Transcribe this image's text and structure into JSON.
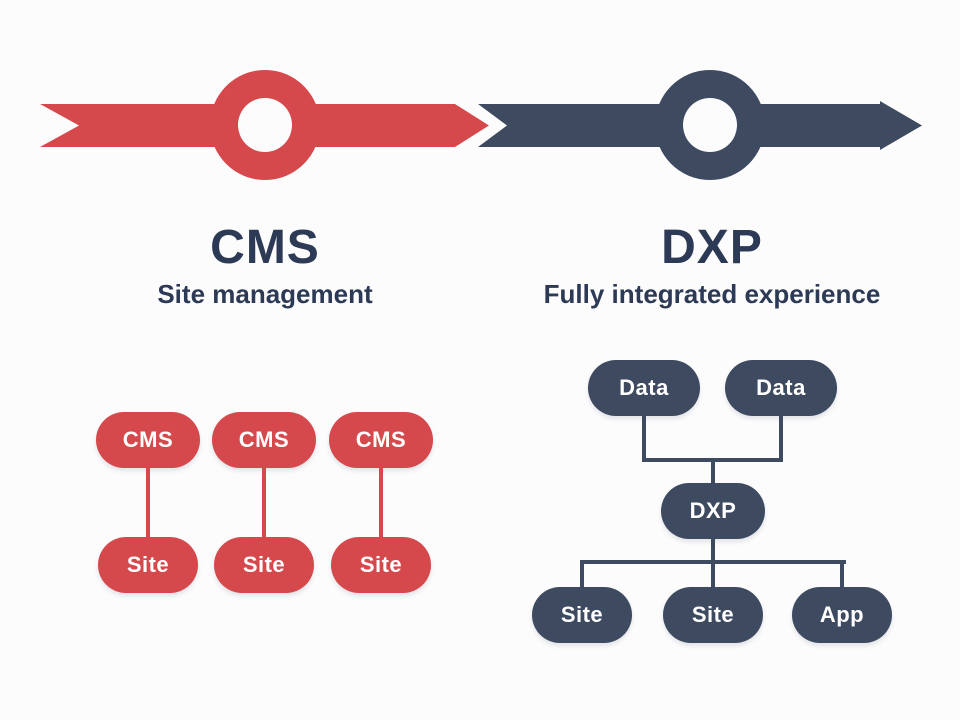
{
  "palette": {
    "bg": "#fcfcfd",
    "red": "#d5494d",
    "navy": "#3e4a60",
    "heading": "#2c3a55",
    "node_text": "#ffffff"
  },
  "sections": {
    "cms": {
      "title": "CMS",
      "subtitle": "Site management"
    },
    "dxp": {
      "title": "DXP",
      "subtitle": "Fully integrated experience"
    }
  },
  "cms_diagram": {
    "columns": [
      {
        "parent": "CMS",
        "child": "Site"
      },
      {
        "parent": "CMS",
        "child": "Site"
      },
      {
        "parent": "CMS",
        "child": "Site"
      }
    ]
  },
  "dxp_diagram": {
    "sources": [
      "Data",
      "Data"
    ],
    "hub": "DXP",
    "children": [
      "Site",
      "Site",
      "App"
    ]
  }
}
